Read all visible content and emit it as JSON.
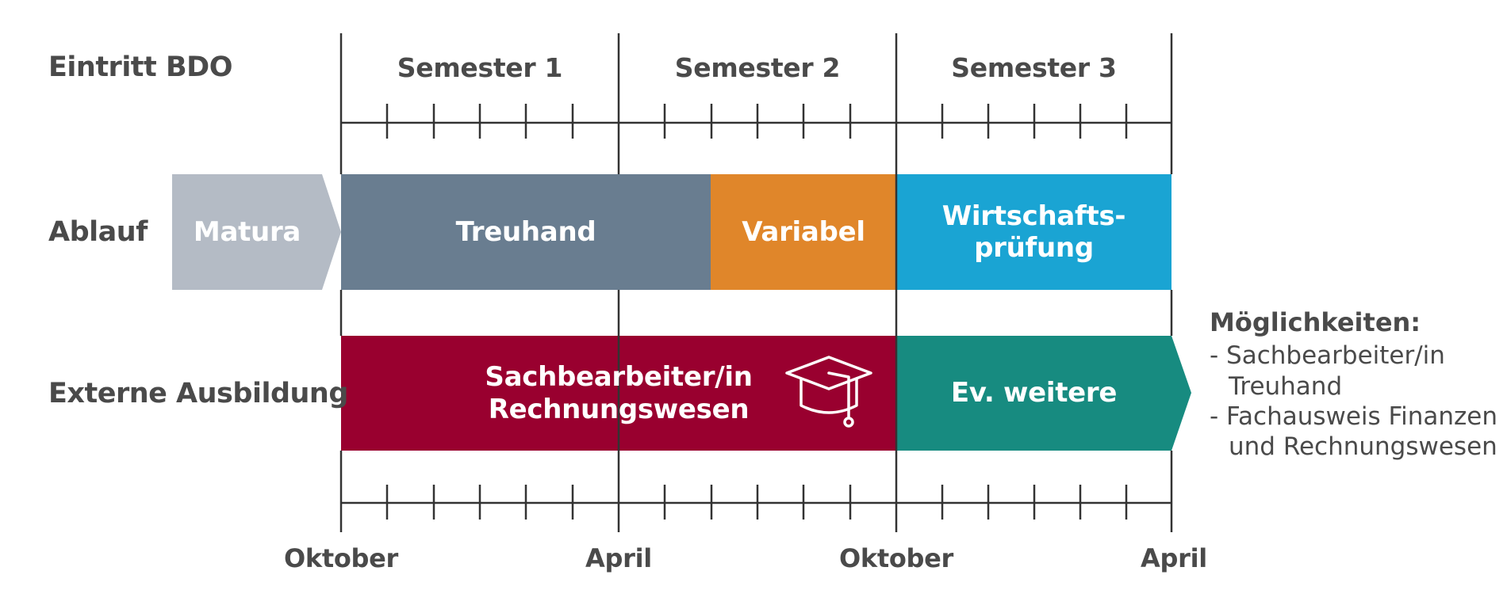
{
  "labels": {
    "entry": "Eintritt BDO",
    "ablauf": "Ablauf",
    "extern": "Externe Ausbildung"
  },
  "semesters": [
    "Semester 1",
    "Semester 2",
    "Semester 3"
  ],
  "months": {
    "m0": "Oktober",
    "m1": "April",
    "m2": "Oktober",
    "m3": "April"
  },
  "ablauf": {
    "matura": "Matura",
    "treuhand": "Treuhand",
    "variabel": "Variabel",
    "wp_line1": "Wirtschafts-",
    "wp_line2": "prüfung"
  },
  "extern": {
    "sb_line1": "Sachbearbeiter/in",
    "sb_line2": "Rechnungswesen",
    "weitere": "Ev. weitere",
    "cap_icon": "graduation-cap-icon"
  },
  "options": {
    "title": "Möglichkeiten:",
    "items": [
      "- Sachbearbeiter/in Treuhand",
      "- Fachausweis Finanzen und Rechnungswesen"
    ]
  },
  "colors": {
    "matura": "#b4bbc5",
    "treuhand": "#697d90",
    "variabel": "#e0862a",
    "wirtschaftspruefung": "#1aa4d3",
    "sachbearbeiter": "#99002f",
    "weitere": "#178b80",
    "text": "#4a4a4a",
    "lines": "#333333"
  }
}
